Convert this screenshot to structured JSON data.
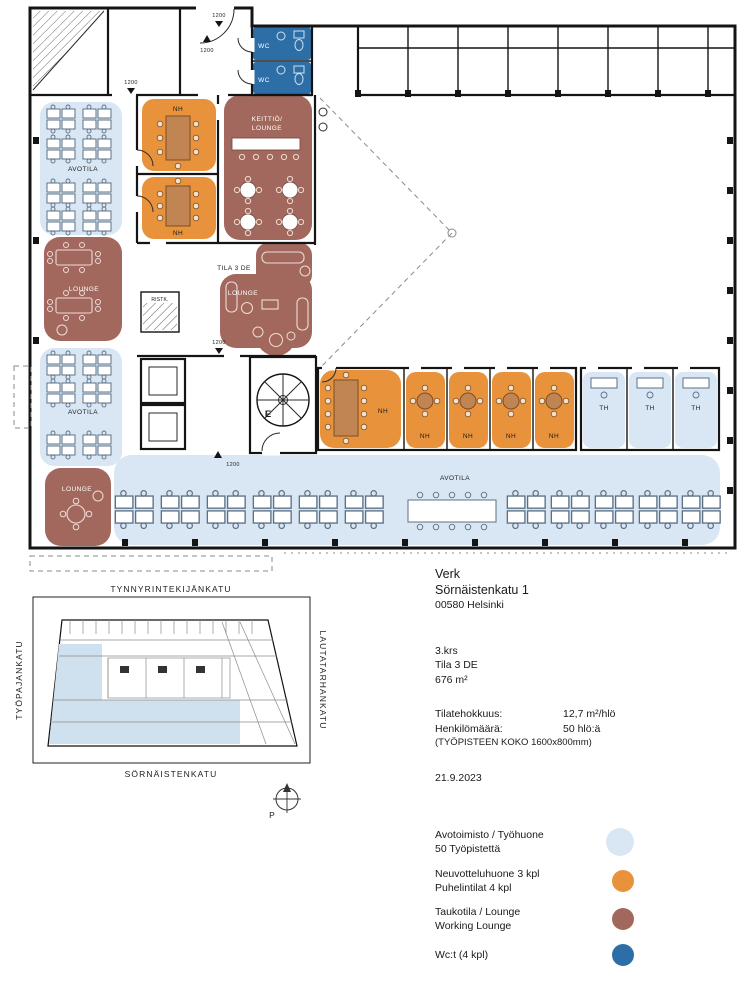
{
  "plan": {
    "labels": {
      "avotila": "AVOTILA",
      "nh": "NH",
      "th": "TH",
      "wc": "WC",
      "lounge": "LOUNGE",
      "keittio": "KEITTIÖ/",
      "tila": "TILA 3 DE",
      "stair_exit": "E",
      "ristk": "RISTK.",
      "dim": "1200"
    },
    "colors": {
      "open_office": "#d9e7f4",
      "meeting": "#e8923c",
      "lounge": "#a3685d",
      "wc": "#2e6ea6"
    }
  },
  "site": {
    "street_top": "TYNNYRINTEKIJÄNKATU",
    "street_left": "TYÖPAJANKATU",
    "street_right": "LAUTATARHANKATU",
    "street_bottom": "SÖRNÄISTENKATU",
    "compass_north": "P",
    "highlight_color": "#cfe0ef"
  },
  "info": {
    "building": "Verk",
    "address": "Sörnäistenkatu 1",
    "city": "00580 Helsinki",
    "floor": "3.krs",
    "space": "Tila 3 DE",
    "area": "676 m²",
    "efficiency_label": "Tilatehokkuus:",
    "efficiency_value": "12,7 m²/hlö",
    "headcount_label": "Henkilömäärä:",
    "headcount_value": "50 hlö:ä",
    "workstation_note": "(TYÖPISTEEN KOKO 1600x800mm)",
    "date": "21.9.2023"
  },
  "legend": {
    "items": [
      {
        "color": "#d9e7f4",
        "line1": "Avotoimisto / Työhuone",
        "line2": "50 Työpistettä"
      },
      {
        "color": "#e8923c",
        "line1": "Neuvotteluhuone 3 kpl",
        "line2": "Puhelintilat 4 kpl"
      },
      {
        "color": "#a3685d",
        "line1": "Taukotila / Lounge",
        "line2": "Working Lounge"
      },
      {
        "color": "#2e6ea6",
        "line1": "Wc:t (4 kpl)",
        "line2": ""
      }
    ]
  }
}
